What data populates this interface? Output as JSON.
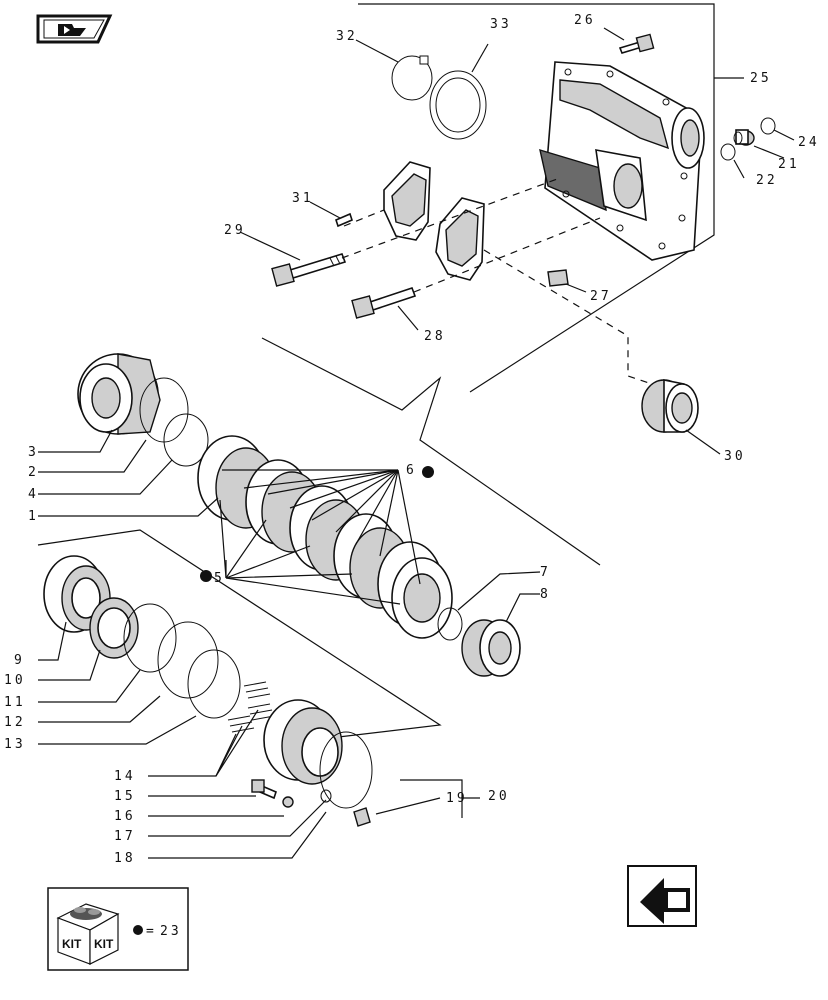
{
  "callouts": [
    {
      "id": "1",
      "text": "1"
    },
    {
      "id": "2",
      "text": "2"
    },
    {
      "id": "3",
      "text": "3"
    },
    {
      "id": "4",
      "text": "4"
    },
    {
      "id": "5",
      "text": "5"
    },
    {
      "id": "6",
      "text": "6"
    },
    {
      "id": "7",
      "text": "7"
    },
    {
      "id": "8",
      "text": "8"
    },
    {
      "id": "9",
      "text": "9"
    },
    {
      "id": "10",
      "text": "10"
    },
    {
      "id": "11",
      "text": "11"
    },
    {
      "id": "12",
      "text": "12"
    },
    {
      "id": "13",
      "text": "13"
    },
    {
      "id": "14",
      "text": "14"
    },
    {
      "id": "15",
      "text": "15"
    },
    {
      "id": "16",
      "text": "16"
    },
    {
      "id": "17",
      "text": "17"
    },
    {
      "id": "18",
      "text": "18"
    },
    {
      "id": "19",
      "text": "19"
    },
    {
      "id": "20",
      "text": "20"
    },
    {
      "id": "21",
      "text": "21"
    },
    {
      "id": "22",
      "text": "22"
    },
    {
      "id": "24",
      "text": "24"
    },
    {
      "id": "25",
      "text": "25"
    },
    {
      "id": "26",
      "text": "26"
    },
    {
      "id": "27",
      "text": "27"
    },
    {
      "id": "28",
      "text": "28"
    },
    {
      "id": "29",
      "text": "29"
    },
    {
      "id": "30",
      "text": "30"
    },
    {
      "id": "31",
      "text": "31"
    },
    {
      "id": "32",
      "text": "32"
    },
    {
      "id": "33",
      "text": "33"
    }
  ],
  "kit_legend": {
    "box_labels": [
      "KIT",
      "KIT"
    ],
    "equals": "=",
    "kit_number": "23"
  },
  "icons": {
    "top_left": "book-arrow-icon",
    "bottom_right": "previous-page-arrow-icon"
  }
}
